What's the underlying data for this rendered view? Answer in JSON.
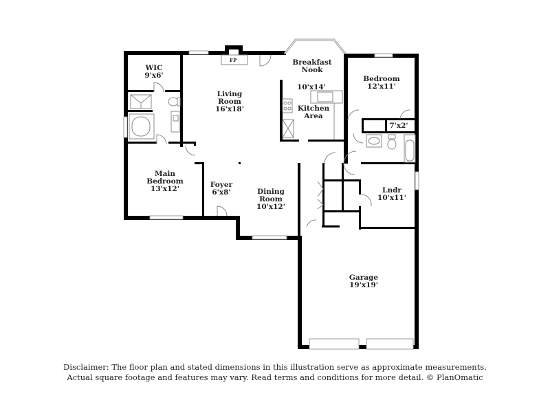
{
  "floorplan": {
    "rooms": [
      {
        "id": "wic",
        "name": "WIC",
        "dims": "9'x6'"
      },
      {
        "id": "living",
        "name": "Living Room",
        "line1": "Living",
        "line2": "Room",
        "dims": "16'x18'"
      },
      {
        "id": "breakfast",
        "name": "Breakfast Nook",
        "line1": "Breakfast",
        "line2": "Nook",
        "dims": "10'x14'"
      },
      {
        "id": "kitchen",
        "name": "Kitchen Area",
        "line1": "Kitchen",
        "line2": "Area"
      },
      {
        "id": "bedroom",
        "name": "Bedroom",
        "dims": "12'x11'"
      },
      {
        "id": "closet",
        "dims": "7'x2'"
      },
      {
        "id": "main_bedroom",
        "name": "Main Bedroom",
        "line1": "Main",
        "line2": "Bedroom",
        "dims": "13'x12'"
      },
      {
        "id": "foyer",
        "name": "Foyer",
        "dims": "6'x8'"
      },
      {
        "id": "dining",
        "name": "Dining Room",
        "line1": "Dining",
        "line2": "Room",
        "dims": "10'x12'"
      },
      {
        "id": "laundry",
        "name": "Lndr",
        "dims": "10'x11'"
      },
      {
        "id": "garage",
        "name": "Garage",
        "dims": "19'x19'"
      }
    ],
    "fireplace_label": "FP"
  },
  "disclaimer": {
    "line1": "Disclaimer: The floor plan and stated dimensions in this illustration serve as approximate measurements.",
    "line2": "Actual square footage and features may vary. Read terms and conditions for more detail. © PlanOmatic"
  }
}
